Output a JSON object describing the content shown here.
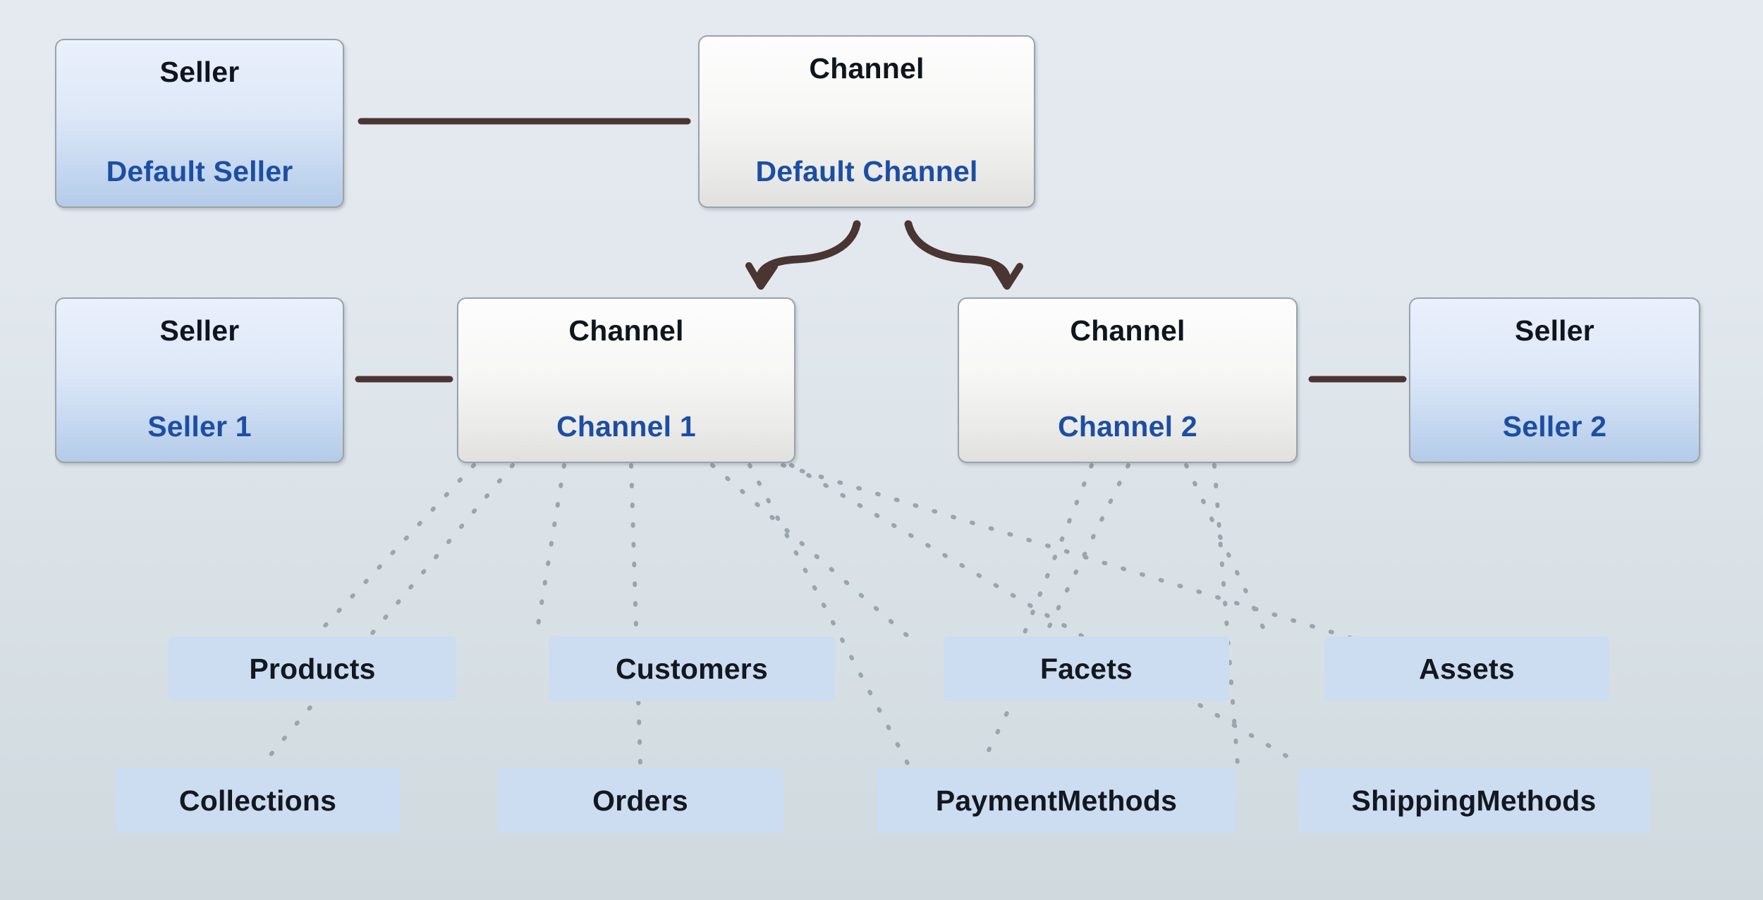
{
  "diagram": {
    "title": "Seller / Channel entity relationship diagram",
    "background": {
      "top_color": "#e5eaf1",
      "bottom_color": "#cfd9de"
    },
    "palette": {
      "seller_fill_top": "#eaf0fc",
      "seller_fill_bottom": "#b4cbe8",
      "channel_fill_top": "#fdfdfd",
      "channel_fill_bottom": "#e0e0de",
      "card_border": "#9aa3aa",
      "title_color": "#10151d",
      "value_color": "#1c4ea3",
      "connector_color": "#4a3532",
      "dotted_color": "#9aa5ac",
      "tag_fill": "#ccdcf1",
      "tag_text": "#131820"
    }
  },
  "entities": {
    "default_seller": {
      "type_label": "Seller",
      "name": "Default Seller"
    },
    "default_channel": {
      "type_label": "Channel",
      "name": "Default Channel"
    },
    "seller_1": {
      "type_label": "Seller",
      "name": "Seller 1"
    },
    "channel_1": {
      "type_label": "Channel",
      "name": "Channel 1"
    },
    "channel_2": {
      "type_label": "Channel",
      "name": "Channel 2"
    },
    "seller_2": {
      "type_label": "Seller",
      "name": "Seller 2"
    }
  },
  "scoped_resources": {
    "row_1": [
      "Products",
      "Customers",
      "Facets",
      "Assets"
    ],
    "row_2": [
      "Collections",
      "Orders",
      "PaymentMethods",
      "ShippingMethods"
    ]
  },
  "relations": {
    "solid_links": [
      {
        "from": "default_seller",
        "to": "default_channel"
      },
      {
        "from": "seller_1",
        "to": "channel_1"
      },
      {
        "from": "channel_2",
        "to": "seller_2"
      }
    ],
    "arrow_links": [
      {
        "from": "default_channel",
        "to": "channel_1",
        "style": "curved-arrow"
      },
      {
        "from": "default_channel",
        "to": "channel_2",
        "style": "curved-arrow"
      }
    ],
    "dotted_links": [
      {
        "from": "channel_1",
        "to": "Products"
      },
      {
        "from": "channel_1",
        "to": "Collections"
      },
      {
        "from": "channel_1",
        "to": "Customers"
      },
      {
        "from": "channel_1",
        "to": "Orders"
      },
      {
        "from": "channel_1",
        "to": "Facets"
      },
      {
        "from": "channel_1",
        "to": "PaymentMethods"
      },
      {
        "from": "channel_1",
        "to": "Assets"
      },
      {
        "from": "channel_1",
        "to": "ShippingMethods"
      },
      {
        "from": "channel_2",
        "to": "Facets"
      },
      {
        "from": "channel_2",
        "to": "Assets"
      },
      {
        "from": "channel_2",
        "to": "PaymentMethods"
      },
      {
        "from": "channel_2",
        "to": "ShippingMethods"
      }
    ]
  }
}
